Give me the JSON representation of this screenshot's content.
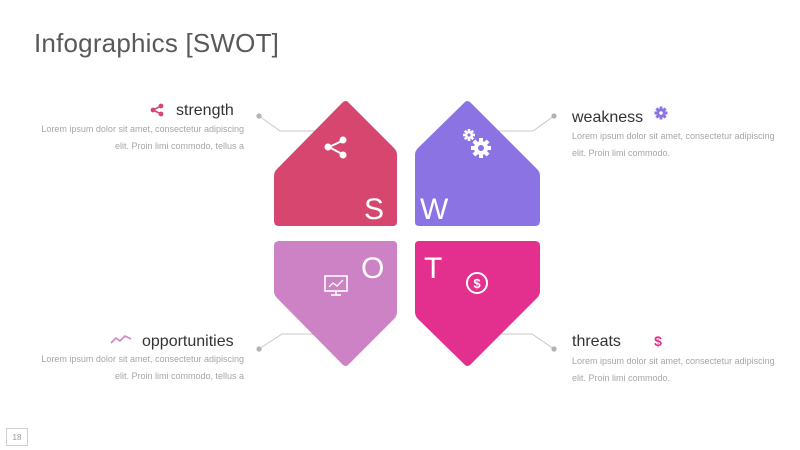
{
  "slide": {
    "title": "Infographics [SWOT]",
    "page_number": "18"
  },
  "colors": {
    "strength": "#d6466f",
    "weakness": "#8b73e3",
    "opportunities": "#cc82c4",
    "threats": "#e3308e"
  },
  "quadrants": {
    "strength": {
      "letter": "S",
      "heading": "strength",
      "text_line1": "Lorem  ipsum dolor sit amet,  consectetur adipiscing",
      "text_line2": "elit. Proin   limi commodo,  tellus a",
      "heading_icon": "share-icon",
      "shape_icon": "share-icon"
    },
    "weakness": {
      "letter": "W",
      "heading": "weakness",
      "text_line1": "Lorem  ipsum dolor sit amet,  consectetur adipiscing",
      "text_line2": "elit. Proin   limi commodo.",
      "heading_icon": "gear-icon",
      "shape_icon": "gears-icon"
    },
    "opportunities": {
      "letter": "O",
      "heading": "opportunities",
      "text_line1": "Lorem  ipsum dolor sit amet,  consectetur adipiscing",
      "text_line2": "elit. Proin   limi commodo,  tellus a",
      "heading_icon": "trend-line-icon",
      "shape_icon": "presentation-chart-icon"
    },
    "threats": {
      "letter": "T",
      "heading": "threats",
      "text_line1": "Lorem  ipsum dolor sit amet,  consectetur adipiscing",
      "text_line2": "elit. Proin   limi commodo.",
      "heading_icon": "dollar-icon",
      "shape_icon": "dollar-coin-icon"
    }
  }
}
